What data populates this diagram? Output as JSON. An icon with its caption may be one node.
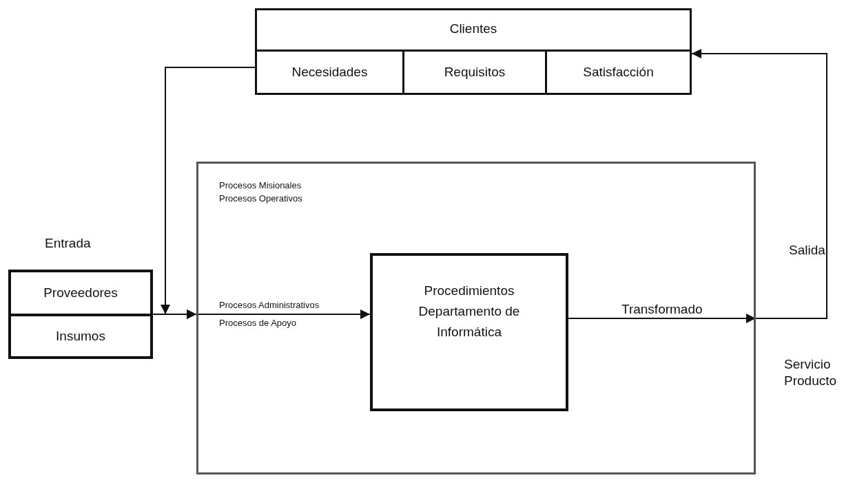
{
  "diagram": {
    "nodes": [
      {
        "text": [
          "Clientes"
        ]
      },
      {
        "text": [
          "Necesidades"
        ],
        "in": 0
      },
      {
        "text": [
          "Requisitos"
        ],
        "in": 0
      },
      {
        "text": [
          "Satisfacción"
        ],
        "in": 0
      },
      {
        "text": [
          "Proveedores"
        ]
      },
      {
        "text": [
          "Insumos"
        ]
      },
      {
        "text": [
          "Procesos Misionales Procesos Operativos"
        ]
      },
      {
        "text": [
          "Procedimientos Departamento de Informática"
        ],
        "in": 6
      }
    ],
    "edges": [
      {
        "from": 0,
        "to": 6,
        "arrow": "to"
      },
      {
        "from": 4,
        "to": 6,
        "arrow": "to"
      },
      {
        "from": null,
        "to": 7,
        "arrow": "to",
        "label": "Procesos Administrativos Procesos de Apoyo"
      },
      {
        "from": 7,
        "to": 6,
        "arrow": "to",
        "label": "Transformado"
      },
      {
        "from": 6,
        "to": 0,
        "arrow": "to",
        "label": "Salida"
      }
    ],
    "labels": [
      "Entrada",
      "Servicio Producto"
    ]
  }
}
